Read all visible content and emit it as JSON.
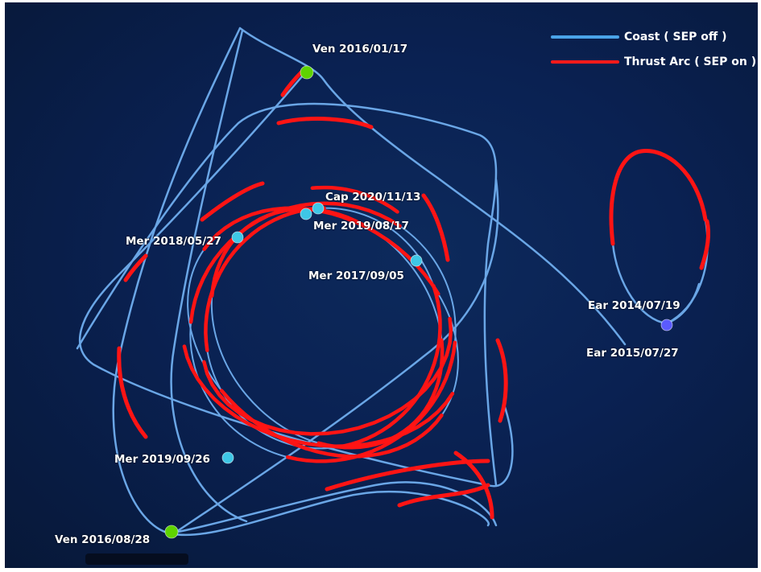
{
  "legend": {
    "coast": {
      "label": "Coast ( SEP off )",
      "color": "#4aa3e8"
    },
    "thrust": {
      "label": "Thrust Arc ( SEP on )",
      "color": "#ff1a1a"
    }
  },
  "colors": {
    "background": "#0a2152",
    "coast_line": "#6aa6e6",
    "thrust_line": "#ff1414",
    "venus_marker": "#5fd400",
    "mercury_marker": "#3ec7e6",
    "earth_marker": "#5b5bff"
  },
  "events": [
    {
      "body": "Venus",
      "label": "Ven 2016/01/17",
      "icon": "venus-marker-icon"
    },
    {
      "body": "Venus",
      "label": "Ven 2016/08/28",
      "icon": "venus-marker-icon"
    },
    {
      "body": "Mercury",
      "label": "Cap 2020/11/13",
      "icon": "mercury-marker-icon"
    },
    {
      "body": "Mercury",
      "label": "Mer 2019/08/17",
      "icon": "mercury-marker-icon"
    },
    {
      "body": "Mercury",
      "label": "Mer 2018/05/27",
      "icon": "mercury-marker-icon"
    },
    {
      "body": "Mercury",
      "label": "Mer 2017/09/05",
      "icon": "mercury-marker-icon"
    },
    {
      "body": "Mercury",
      "label": "Mer 2019/09/26",
      "icon": "mercury-marker-icon"
    },
    {
      "body": "Earth",
      "label": "Ear 2014/07/19",
      "icon": "earth-marker-icon"
    },
    {
      "body": "Earth",
      "label": "Ear 2015/07/27",
      "icon": "earth-marker-icon"
    }
  ]
}
